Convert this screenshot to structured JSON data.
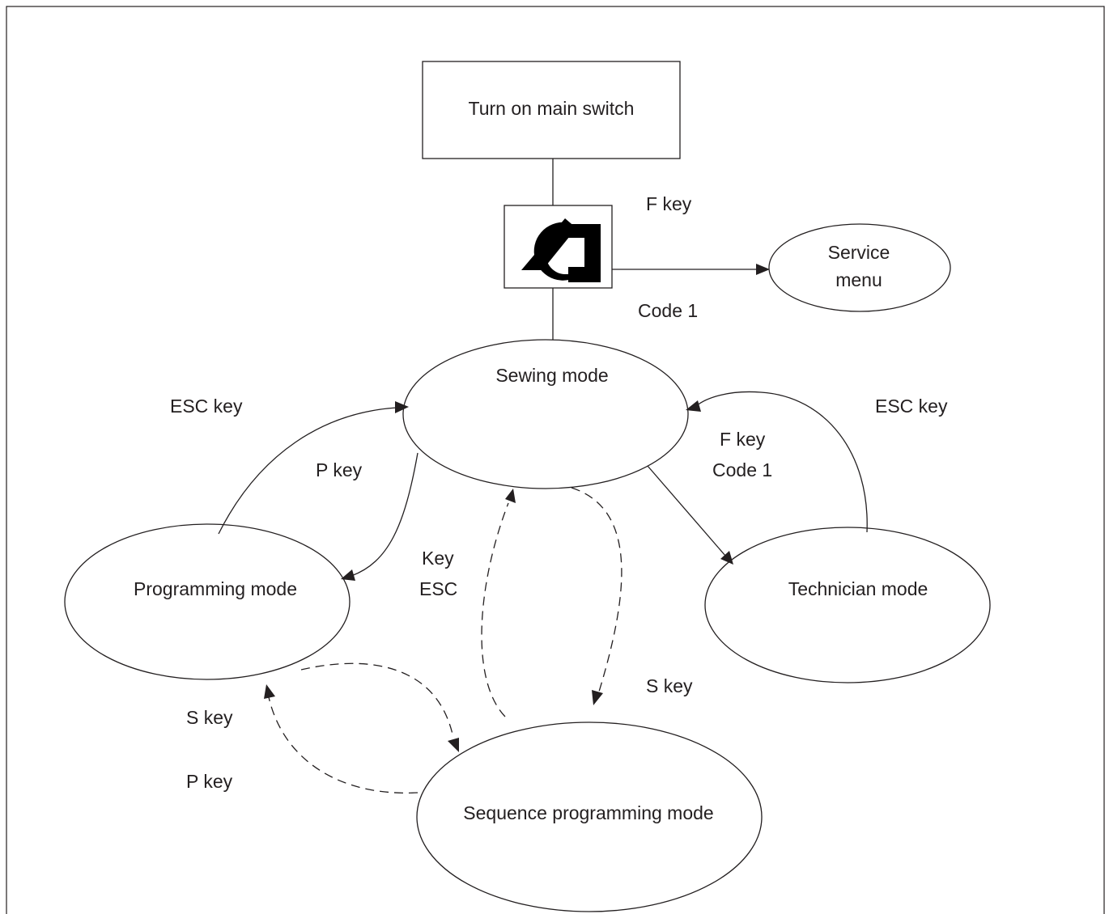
{
  "nodes": {
    "main_switch": "Turn on main switch",
    "service_menu_line1": "Service",
    "service_menu_line2": "menu",
    "sewing_mode": "Sewing mode",
    "programming_mode": "Programming mode",
    "technician_mode": "Technician mode",
    "sequence_programming_mode": "Sequence programming mode"
  },
  "logo": {
    "name": "Dürkopp Adler logo",
    "color": "#000000"
  },
  "edge_labels": {
    "f_key_top": "F key",
    "code_1_top": "Code 1",
    "esc_key_left": "ESC key",
    "p_key_upper": "P key",
    "key": "Key",
    "esc": "ESC",
    "esc_key_right": "ESC key",
    "f_key_right": "F key",
    "code_1_right": "Code 1",
    "s_key_right": "S key",
    "s_key_left": "S key",
    "p_key_lower": "P key"
  },
  "colors": {
    "line": "#231f20",
    "background": "#ffffff"
  }
}
